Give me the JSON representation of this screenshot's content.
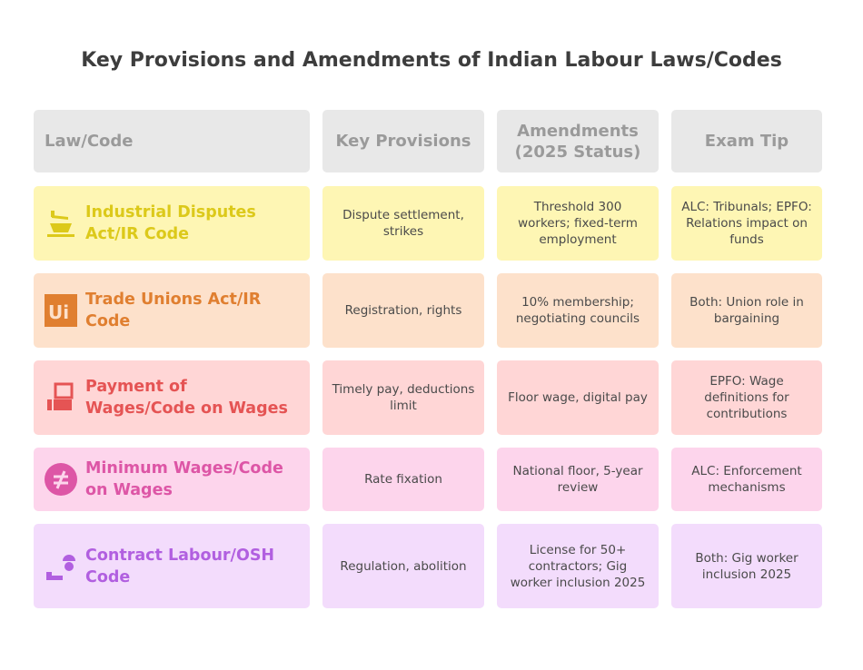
{
  "title": "Key Provisions and Amendments of Indian Labour Laws/Codes",
  "headers": [
    "Law/Code",
    "Key Provisions",
    "Amendments (2025 Status)",
    "Exam Tip"
  ],
  "rows": [
    {
      "law": "Industrial Disputes Act/IR Code",
      "icon": "protest-sign-icon",
      "provisions": "Dispute settlement, strikes",
      "amendments": "Threshold 300 workers; fixed-term employment",
      "tip": "ALC: Tribunals; EPFO: Relations impact on funds",
      "bg": "#fef6b4",
      "fg": "#dcc91a"
    },
    {
      "law": "Trade Unions Act/IR Code",
      "icon": "union-logo-icon",
      "provisions": "Registration, rights",
      "amendments": "10% membership; negotiating councils",
      "tip": "Both: Union role in bargaining",
      "bg": "#fde1cb",
      "fg": "#e07f30"
    },
    {
      "law": "Payment of Wages/Code on Wages",
      "icon": "hand-money-icon",
      "provisions": "Timely pay, deductions limit",
      "amendments": "Floor wage, digital pay",
      "tip": "EPFO: Wage definitions for contributions",
      "bg": "#ffd6d6",
      "fg": "#e55454"
    },
    {
      "law": "Minimum Wages/Code on Wages",
      "icon": "not-equal-icon",
      "provisions": "Rate fixation",
      "amendments": "National floor, 5-year review",
      "tip": "ALC: Enforcement mechanisms",
      "bg": "#fdd5ec",
      "fg": "#dd56a6"
    },
    {
      "law": "Contract Labour/OSH Code",
      "icon": "worker-icon",
      "provisions": "Regulation, abolition",
      "amendments": "License for 50+ contractors; Gig worker inclusion 2025",
      "tip": "Both: Gig worker inclusion 2025",
      "bg": "#f3dcfc",
      "fg": "#b15fe0"
    }
  ]
}
